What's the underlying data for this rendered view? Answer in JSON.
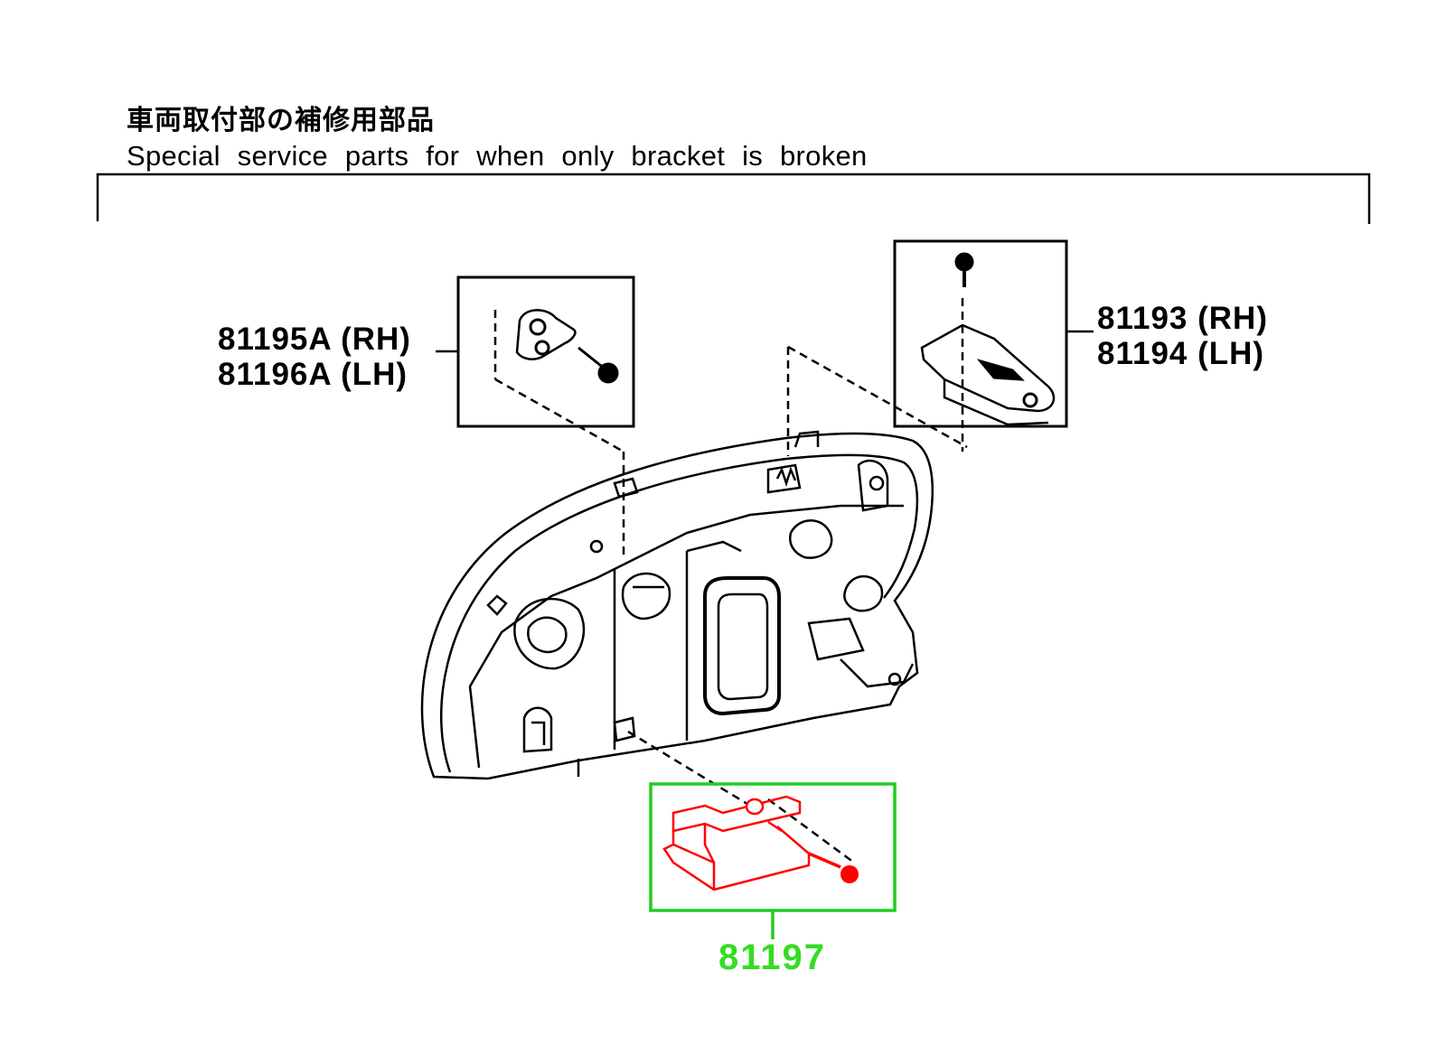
{
  "header": {
    "title_ja": "車両取付部の補修用部品",
    "title_en": "Special service parts for when only bracket is broken"
  },
  "parts": {
    "left_bracket": {
      "rh": "81195A (RH)",
      "lh": "81196A (LH)"
    },
    "top_bracket": {
      "rh": "81193 (RH)",
      "lh": "81194 (LH)"
    },
    "bottom_bracket": {
      "number": "81197"
    }
  },
  "colors": {
    "line": "#000000",
    "highlight_part": "#ff0000",
    "highlight_frame": "#22cc22",
    "highlight_label": "#33dd22"
  }
}
